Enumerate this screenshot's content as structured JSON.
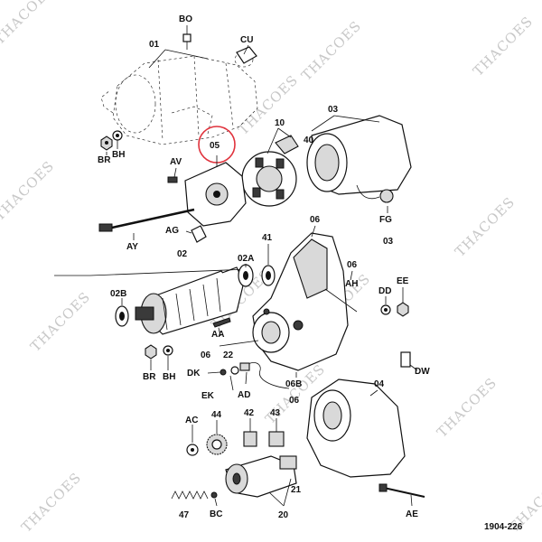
{
  "diagram": {
    "id": "1904-226",
    "highlight_label": "05",
    "highlight_color": "#e0323c",
    "watermark": "THACOES",
    "labels": {
      "bo": "BO",
      "l01": "01",
      "cu": "CU",
      "br": "BR",
      "bh": "BH",
      "l10": "10",
      "l03": "03",
      "l40": "40",
      "av": "AV",
      "fg": "FG",
      "fg03": "03",
      "ay": "AY",
      "ag": "AG",
      "l06": "06",
      "l41": "41",
      "l02": "02",
      "l02a": "02A",
      "l06b": "06",
      "ah": "AH",
      "dd": "DD",
      "ee": "EE",
      "l02b": "02B",
      "aa": "AA",
      "l06c": "06",
      "l22": "22",
      "br2": "BR",
      "bh2": "BH",
      "dk": "DK",
      "l06d": "06",
      "dw": "DW",
      "ek": "EK",
      "ad": "AD",
      "l06e": "06B",
      "l06f": "06",
      "l04": "04",
      "ac": "AC",
      "l44": "44",
      "l42": "42",
      "l43": "43",
      "l21": "21",
      "l47": "47",
      "bc": "BC",
      "l20": "20",
      "ae": "AE"
    }
  }
}
